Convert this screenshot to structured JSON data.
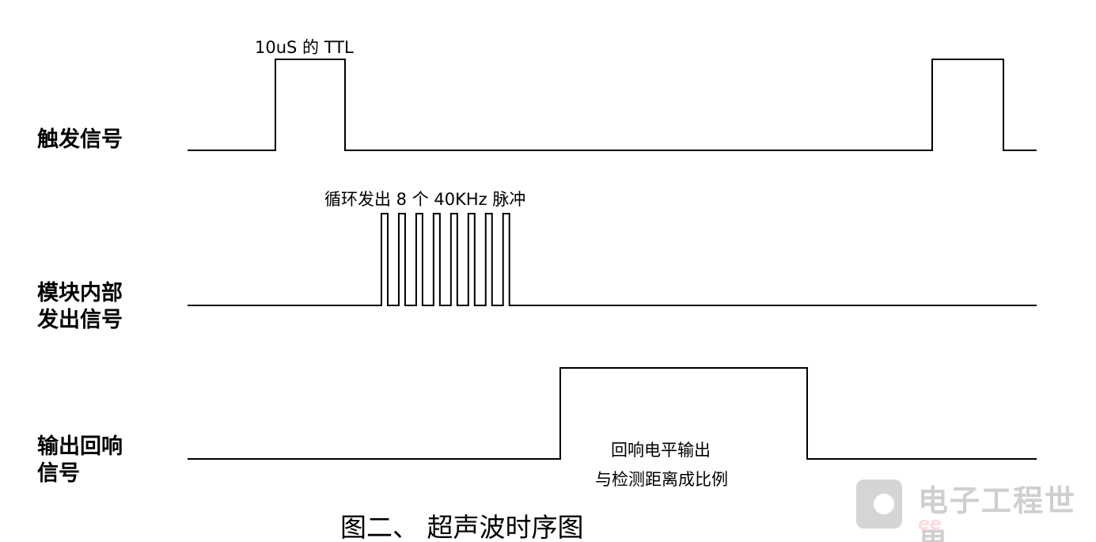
{
  "signals": [
    {
      "label": "触发信号",
      "annotation": "10uS 的 TTL"
    },
    {
      "label": "模块内部\n发出信号",
      "annotation": "循环发出 8 个 40KHz 脉冲",
      "pulse_count": 8
    },
    {
      "label": "输出回响\n信号",
      "annotation_line1": "回响电平输出",
      "annotation_line2": "与检测距离成比例"
    }
  ],
  "caption": "图二、 超声波时序图",
  "watermark": {
    "text": "电子工程世界",
    "sub": "ee"
  }
}
